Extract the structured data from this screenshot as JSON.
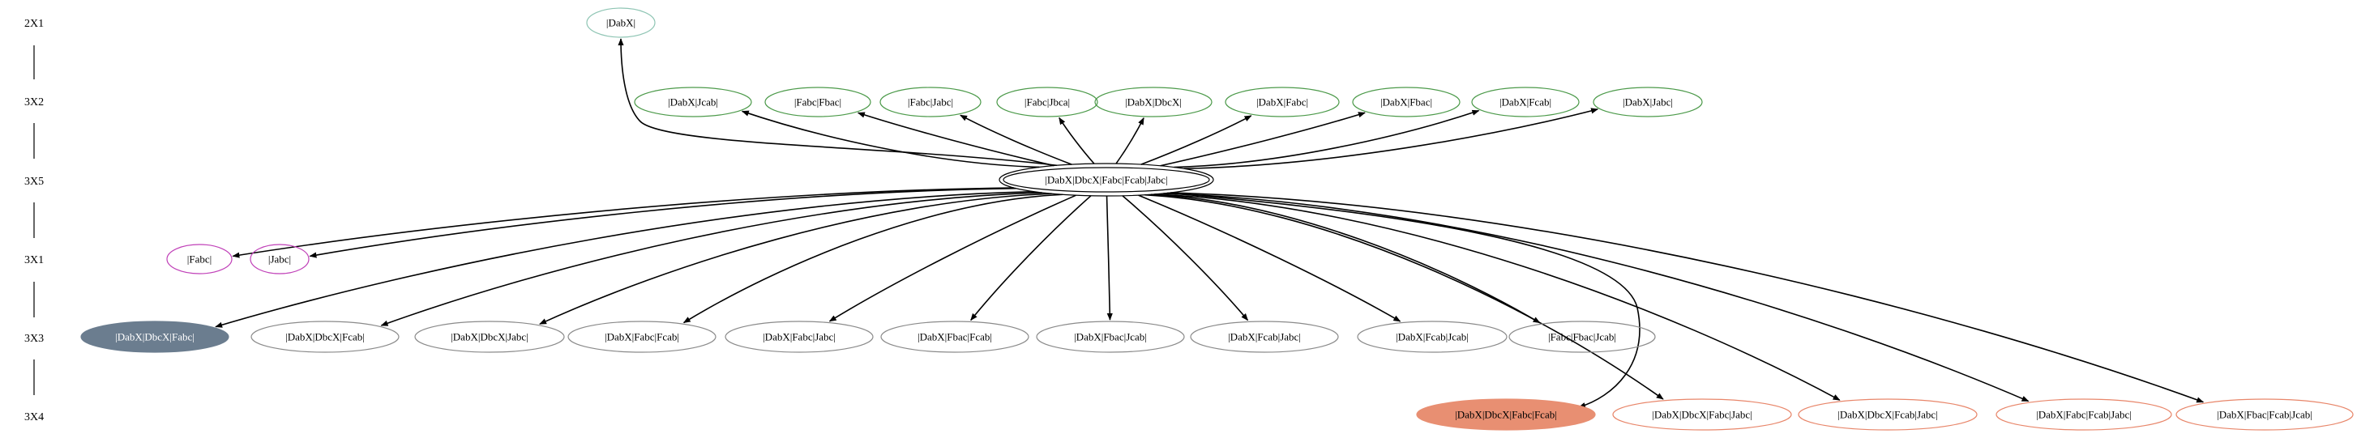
{
  "colors": {
    "edge": "#000000",
    "green": "#4c9a4a",
    "teal": "#8fc5b4",
    "magenta": "#c040b8",
    "gray": "#8a8a8a",
    "slate_fill": "#6b7d8f",
    "salmon": "#e8866a",
    "salmon_fill": "#e88f72"
  },
  "ranks": [
    {
      "id": "r2x1",
      "label": "2X1"
    },
    {
      "id": "r3x2",
      "label": "3X2"
    },
    {
      "id": "r3x5",
      "label": "3X5"
    },
    {
      "id": "r3x1",
      "label": "3X1"
    },
    {
      "id": "r3x3",
      "label": "3X3"
    },
    {
      "id": "r3x4",
      "label": "3X4"
    }
  ],
  "hub": {
    "id": "hub",
    "label": "|DabX|DbcX|Fabc|Fcab|Jabc|"
  },
  "nodes": [
    {
      "id": "n_2x1",
      "label": "|DabX|",
      "rank": "r2x1",
      "style": "teal"
    },
    {
      "id": "n_3x2_1",
      "label": "|DabX|Jcab|",
      "rank": "r3x2",
      "style": "green"
    },
    {
      "id": "n_3x2_2",
      "label": "|Fabc|Fbac|",
      "rank": "r3x2",
      "style": "green"
    },
    {
      "id": "n_3x2_3",
      "label": "|Fabc|Jabc|",
      "rank": "r3x2",
      "style": "green"
    },
    {
      "id": "n_3x2_4",
      "label": "|Fabc|Jbca|",
      "rank": "r3x2",
      "style": "green"
    },
    {
      "id": "n_3x2_5",
      "label": "|DabX|DbcX|",
      "rank": "r3x2",
      "style": "green"
    },
    {
      "id": "n_3x2_6",
      "label": "|DabX|Fabc|",
      "rank": "r3x2",
      "style": "green"
    },
    {
      "id": "n_3x2_7",
      "label": "|DabX|Fbac|",
      "rank": "r3x2",
      "style": "green"
    },
    {
      "id": "n_3x2_8",
      "label": "|DabX|Fcab|",
      "rank": "r3x2",
      "style": "green"
    },
    {
      "id": "n_3x2_9",
      "label": "|DabX|Jabc|",
      "rank": "r3x2",
      "style": "green"
    },
    {
      "id": "n_3x1_1",
      "label": "|Fabc|",
      "rank": "r3x1",
      "style": "magenta"
    },
    {
      "id": "n_3x1_2",
      "label": "|Jabc|",
      "rank": "r3x1",
      "style": "magenta"
    },
    {
      "id": "n_3x3_1",
      "label": "|DabX|DbcX|Fabc|",
      "rank": "r3x3",
      "style": "slate"
    },
    {
      "id": "n_3x3_2",
      "label": "|DabX|DbcX|Fcab|",
      "rank": "r3x3",
      "style": "gray"
    },
    {
      "id": "n_3x3_3",
      "label": "|DabX|DbcX|Jabc|",
      "rank": "r3x3",
      "style": "gray"
    },
    {
      "id": "n_3x3_4",
      "label": "|DabX|Fabc|Fcab|",
      "rank": "r3x3",
      "style": "gray"
    },
    {
      "id": "n_3x3_5",
      "label": "|DabX|Fabc|Jabc|",
      "rank": "r3x3",
      "style": "gray"
    },
    {
      "id": "n_3x3_6",
      "label": "|DabX|Fbac|Fcab|",
      "rank": "r3x3",
      "style": "gray"
    },
    {
      "id": "n_3x3_7",
      "label": "|DabX|Fbac|Jcab|",
      "rank": "r3x3",
      "style": "gray"
    },
    {
      "id": "n_3x3_8",
      "label": "|DabX|Fcab|Jabc|",
      "rank": "r3x3",
      "style": "gray"
    },
    {
      "id": "n_3x3_9",
      "label": "|DabX|Fcab|Jcab|",
      "rank": "r3x3",
      "style": "gray"
    },
    {
      "id": "n_3x3_10",
      "label": "|Fabc|Fbac|Jcab|",
      "rank": "r3x3",
      "style": "gray"
    },
    {
      "id": "n_3x4_1",
      "label": "|DabX|DbcX|Fabc|Fcab|",
      "rank": "r3x4",
      "style": "salmon_fill"
    },
    {
      "id": "n_3x4_2",
      "label": "|DabX|DbcX|Fabc|Jabc|",
      "rank": "r3x4",
      "style": "salmon"
    },
    {
      "id": "n_3x4_3",
      "label": "|DabX|DbcX|Fcab|Jabc|",
      "rank": "r3x4",
      "style": "salmon"
    },
    {
      "id": "n_3x4_4",
      "label": "|DabX|Fabc|Fcab|Jabc|",
      "rank": "r3x4",
      "style": "salmon"
    },
    {
      "id": "n_3x4_5",
      "label": "|DabX|Fbac|Fcab|Jcab|",
      "rank": "r3x4",
      "style": "salmon"
    }
  ]
}
